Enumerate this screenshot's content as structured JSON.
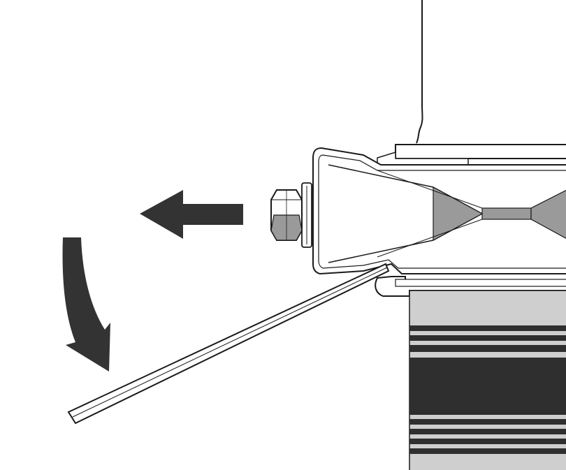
{
  "diagram": {
    "kind": "technical-illustration",
    "labels": [],
    "colors": {
      "line": "#1a1a1a",
      "arrow": "#333333",
      "dark_fill": "#2f2f2f",
      "mid_fill": "#9a9a9a",
      "light_fill": "#cfcfcf",
      "paper": "#ffffff"
    },
    "components": {
      "straight_arrow_icon": "arrow-left",
      "curved_arrow_icon": "arrow-curve-down",
      "hex_nut_icon": "hex-nut",
      "pry_tool_icon": "flat-lever-tool"
    }
  }
}
